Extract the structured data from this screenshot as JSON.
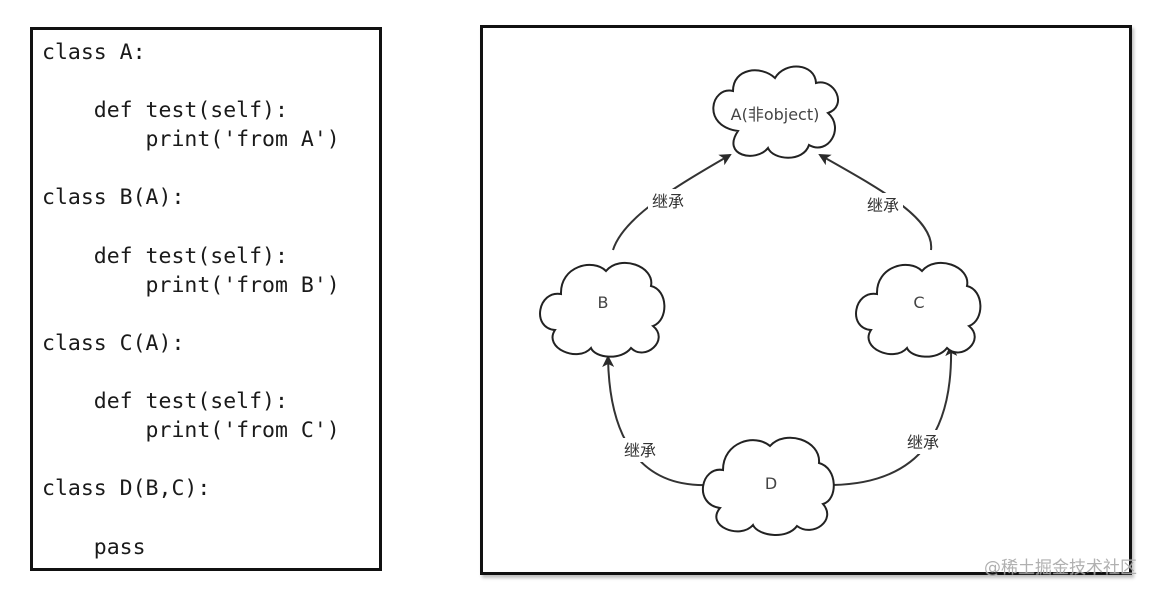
{
  "code": {
    "lines": [
      "class A:",
      "",
      "    def test(self):",
      "        print('from A')",
      "",
      "class B(A):",
      "",
      "    def test(self):",
      "        print('from B')",
      "",
      "class C(A):",
      "",
      "    def test(self):",
      "        print('from C')",
      "",
      "class D(B,C):",
      "",
      "    pass"
    ]
  },
  "diagram": {
    "nodes": {
      "a": "A(非object)",
      "b": "B",
      "c": "C",
      "d": "D"
    },
    "edges": [
      {
        "from": "B",
        "to": "A",
        "label": "继承"
      },
      {
        "from": "C",
        "to": "A",
        "label": "继承"
      },
      {
        "from": "D",
        "to": "B",
        "label": "继承"
      },
      {
        "from": "D",
        "to": "C",
        "label": "继承"
      }
    ]
  },
  "watermark": "@稀土掘金技术社区"
}
